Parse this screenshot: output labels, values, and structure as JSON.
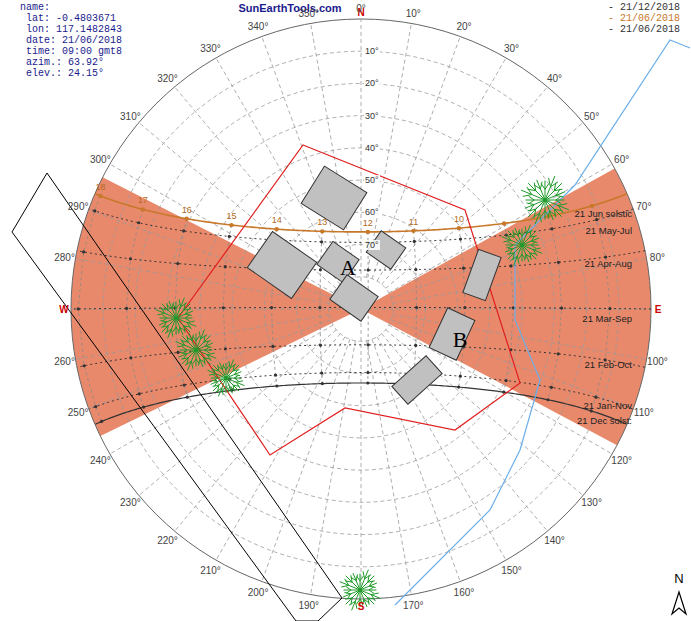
{
  "diagram": {
    "title": "SunEarthTools.com",
    "labels": [
      "name:",
      "lat: -0.4803671",
      "lon: 117.1482843",
      "date: 21/06/2018",
      "time: 09:00 gmt8",
      "azim.: 63.92°",
      "elev.: 24.15°",
      "- 21/12/2018",
      "- 21/06/2018",
      "- 21/06/2018",
      "N",
      "E",
      "S",
      "W",
      "0°",
      "10°",
      "20°",
      "30°",
      "40°",
      "50°",
      "60°",
      "70°",
      "80°",
      "100°",
      "110°",
      "120°",
      "130°",
      "140°",
      "150°",
      "160°",
      "170°",
      "190°",
      "200°",
      "210°",
      "220°",
      "230°",
      "240°",
      "250°",
      "260°",
      "280°",
      "290°",
      "300°",
      "310°",
      "320°",
      "330°",
      "340°",
      "350°",
      "10°",
      "20°",
      "30°",
      "40°",
      "50°",
      "60°",
      "70°",
      "18",
      "17",
      "16",
      "15",
      "14",
      "13",
      "12",
      "11",
      "10",
      "21 Jun solstic",
      "21 May-Jul",
      "21 Apr-Aug",
      "21 Mar-Sep",
      "21 Feb-Oct",
      "21 Jan-Nov",
      "21 Dec solst:",
      "A",
      "B",
      "N"
    ]
  }
}
